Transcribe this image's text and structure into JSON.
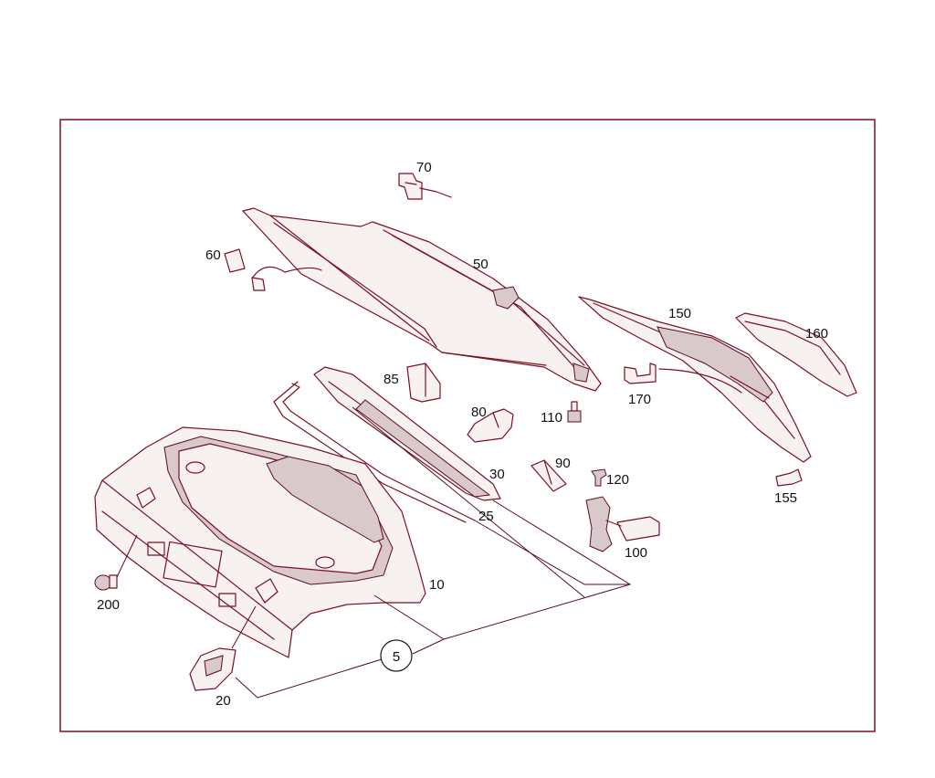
{
  "colors": {
    "line": "#7a1020",
    "frame": "#7a1020",
    "text": "#111111",
    "background": "#ffffff"
  },
  "labels": {
    "p5": "5",
    "p10": "10",
    "p20": "20",
    "p25": "25",
    "p30": "30",
    "p50": "50",
    "p60": "60",
    "p70": "70",
    "p80": "80",
    "p85": "85",
    "p90": "90",
    "p100": "100",
    "p110": "110",
    "p120": "120",
    "p150": "150",
    "p155": "155",
    "p160": "160",
    "p170": "170",
    "p200": "200"
  }
}
